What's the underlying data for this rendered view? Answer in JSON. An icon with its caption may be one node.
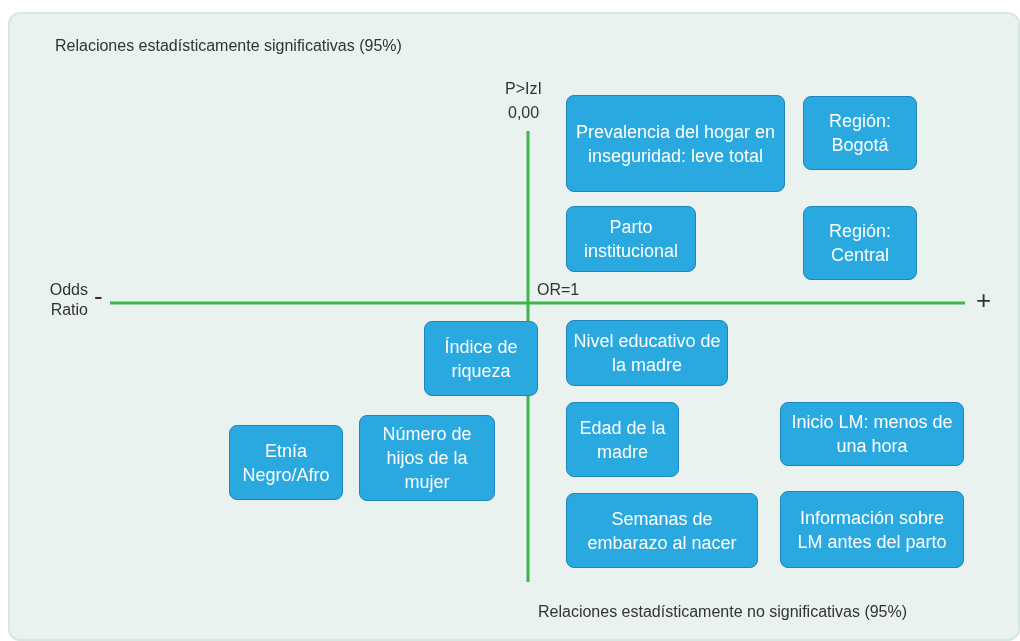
{
  "diagram": {
    "nodes": [
      {
        "text": [
          "Prevalencia del hogar en inseguridad: leve total"
        ]
      },
      {
        "text": [
          "Región: Bogotá"
        ]
      },
      {
        "text": [
          "Parto institucional"
        ]
      },
      {
        "text": [
          "Región: Central"
        ]
      },
      {
        "text": [
          "Índice de riqueza"
        ]
      },
      {
        "text": [
          "Nivel educativo de la madre"
        ]
      },
      {
        "text": [
          "Edad de la madre"
        ]
      },
      {
        "text": [
          "Inicio LM: menos de una hora"
        ]
      },
      {
        "text": [
          "Etnía Negro/Afro"
        ]
      },
      {
        "text": [
          "Número de hijos de la mujer"
        ]
      },
      {
        "text": [
          "Semanas de embarazo al nacer"
        ]
      },
      {
        "text": [
          "Información sobre LM antes del parto"
        ]
      }
    ],
    "labels": [
      "Relaciones estadísticamente significativas (95%)",
      "P>IzI",
      "0,00",
      "Odds Ratio",
      "-",
      "OR=1",
      "+",
      "Relaciones estadísticamente no significativas (95%)"
    ]
  }
}
